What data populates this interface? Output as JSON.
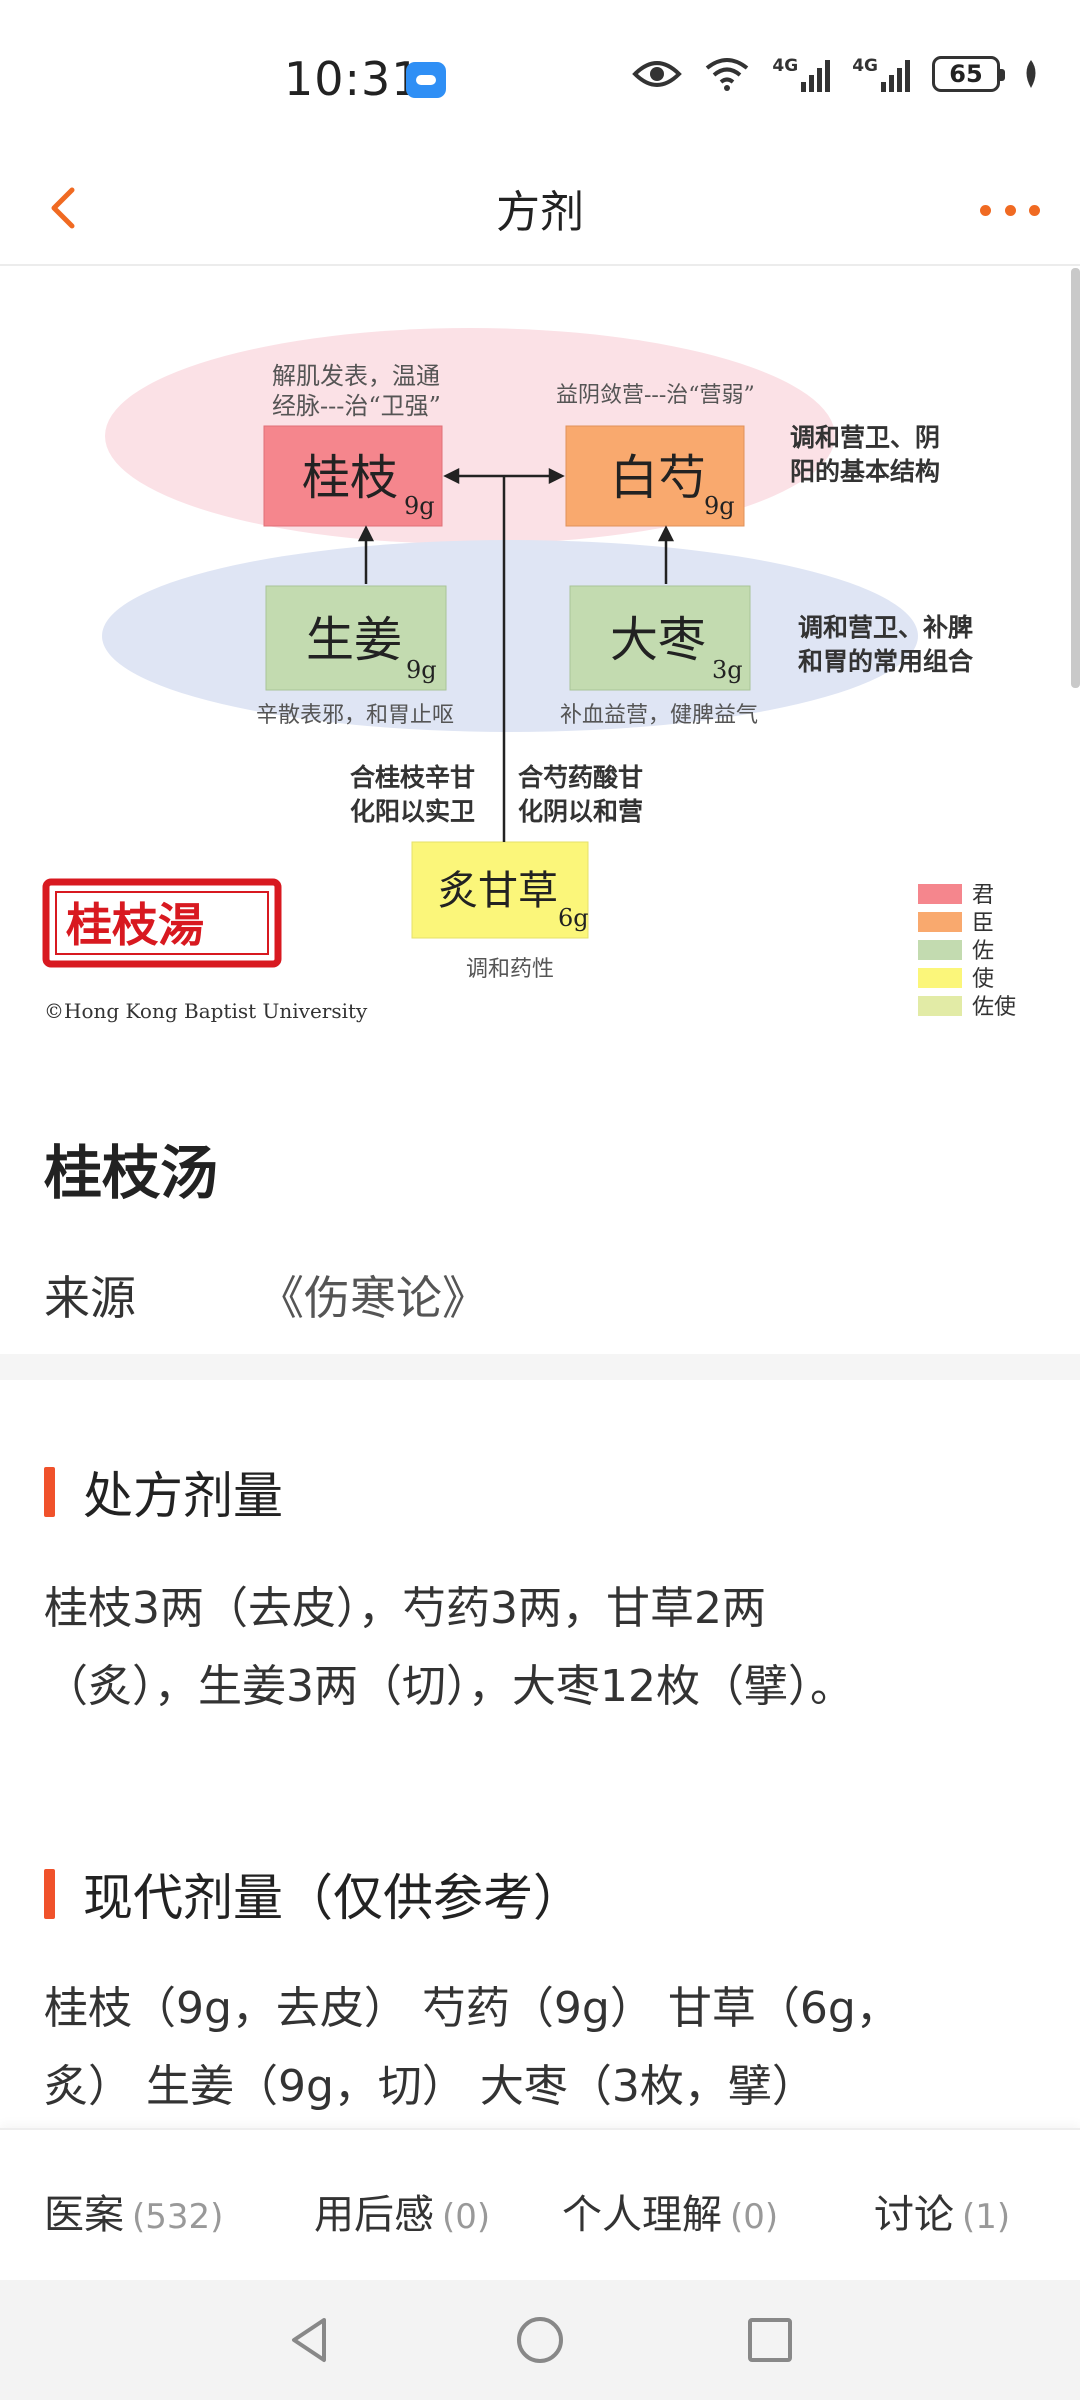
{
  "status_bar": {
    "time": "10:31",
    "network_1": "4G",
    "network_2": "4G",
    "battery": "65"
  },
  "app_bar": {
    "title": "方剂",
    "accent_color": "#f06a22"
  },
  "diagram": {
    "top_left_note_1": "解肌发表，温通",
    "top_left_note_2": "经脉---治“卫强”",
    "top_right_note": "益阴敛营---治“营弱”",
    "right_note_1a": "调和营卫、阴",
    "right_note_1b": "阳的基本结构",
    "right_note_2a": "调和营卫、补脾",
    "right_note_2b": "和胃的常用组合",
    "herb_1": "桂枝",
    "dose_1": "9g",
    "herb_2": "白芍",
    "dose_2": "9g",
    "herb_3": "生姜",
    "dose_3": "9g",
    "herb_4": "大枣",
    "dose_4": "3g",
    "herb_5": "炙甘草",
    "dose_5": "6g",
    "note_herb_3": "辛散表邪，和胃止呕",
    "note_herb_4": "补血益营，健脾益气",
    "center_left_1": "合桂枝辛甘",
    "center_left_2": "化阳以实卫",
    "center_right_1": "合芍药酸甘",
    "center_right_2": "化阴以和营",
    "note_herb_5": "调和药性",
    "seal": "桂枝湯",
    "copyright": "©Hong Kong Baptist University",
    "legend": [
      "君",
      "臣",
      "佐",
      "使",
      "佐使"
    ],
    "legend_colors": [
      "#f5868d",
      "#f9a96e",
      "#c3dbb0",
      "#fbf67a",
      "#e2eba6"
    ]
  },
  "formula": {
    "name": "桂枝汤",
    "source_label": "来源",
    "source_value": "《伤寒论》"
  },
  "sections": {
    "prescription_title": "处方剂量",
    "prescription_line1": "桂枝3两（去皮），芍药3两，甘草2两",
    "prescription_line2": "（炙），生姜3两（切），大枣12枚（擘）。",
    "modern_title": "现代剂量（仅供参考）",
    "modern_line1": "桂枝（9g，去皮）  芍药（9g）  甘草（6g，",
    "modern_line2": "炙）  生姜（9g，切）  大枣（3枚，擘）"
  },
  "tabs": [
    {
      "label": "医案",
      "count": "(532)"
    },
    {
      "label": "用后感",
      "count": "(0)"
    },
    {
      "label": "个人理解",
      "count": "(0)"
    },
    {
      "label": "讨论",
      "count": "(1)"
    }
  ]
}
